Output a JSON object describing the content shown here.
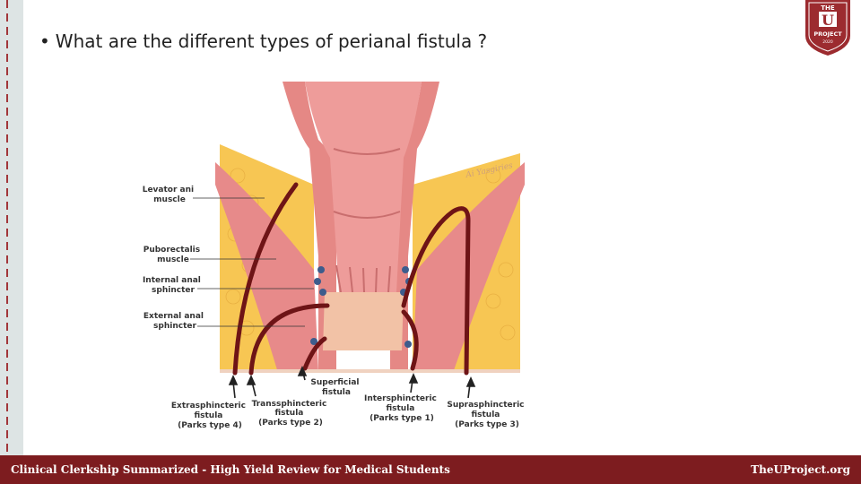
{
  "slide": {
    "bullet": "•",
    "title": "What are the different types of perianal fistula ?"
  },
  "logo": {
    "line1": "THE",
    "letter": "U",
    "line2": "PROJECT",
    "year": "2020",
    "colors": {
      "shield": "#9c2b2f",
      "ink": "#ffffff"
    }
  },
  "figure": {
    "watermark": "Ai Yasgiries",
    "anatomy_labels": {
      "levator": [
        "Levator ani",
        "muscle"
      ],
      "puborectalis": [
        "Puborectalis",
        "muscle"
      ],
      "internal": [
        "Internal anal",
        "sphincter"
      ],
      "external": [
        "External anal",
        "sphincter"
      ]
    },
    "fistula_labels": {
      "superficial": [
        "Superficial",
        "fistula"
      ],
      "extrasphincteric": [
        "Extrasphincteric",
        "fistula",
        "(Parks type 4)"
      ],
      "transsphincteric": [
        "Transsphincteric",
        "fistula",
        "(Parks type 2)"
      ],
      "intersphincteric": [
        "Intersphincteric",
        "fistula",
        "(Parks type 1)"
      ],
      "suprasphincteric": [
        "Suprasphincteric",
        "fistula",
        "(Parks type 3)"
      ]
    },
    "colors": {
      "fat": "#f7c653",
      "muscle": "#e78a8a",
      "mucosa": "#ee9c9a",
      "tract": "#6e1416",
      "skin": "#f2c2a6",
      "gland": "#3d5c8c"
    }
  },
  "footer": {
    "course": "Clinical Clerkship Summarized - High Yield Review for Medical Students",
    "site": "TheUProject.org",
    "color": "#7d1c1f"
  }
}
